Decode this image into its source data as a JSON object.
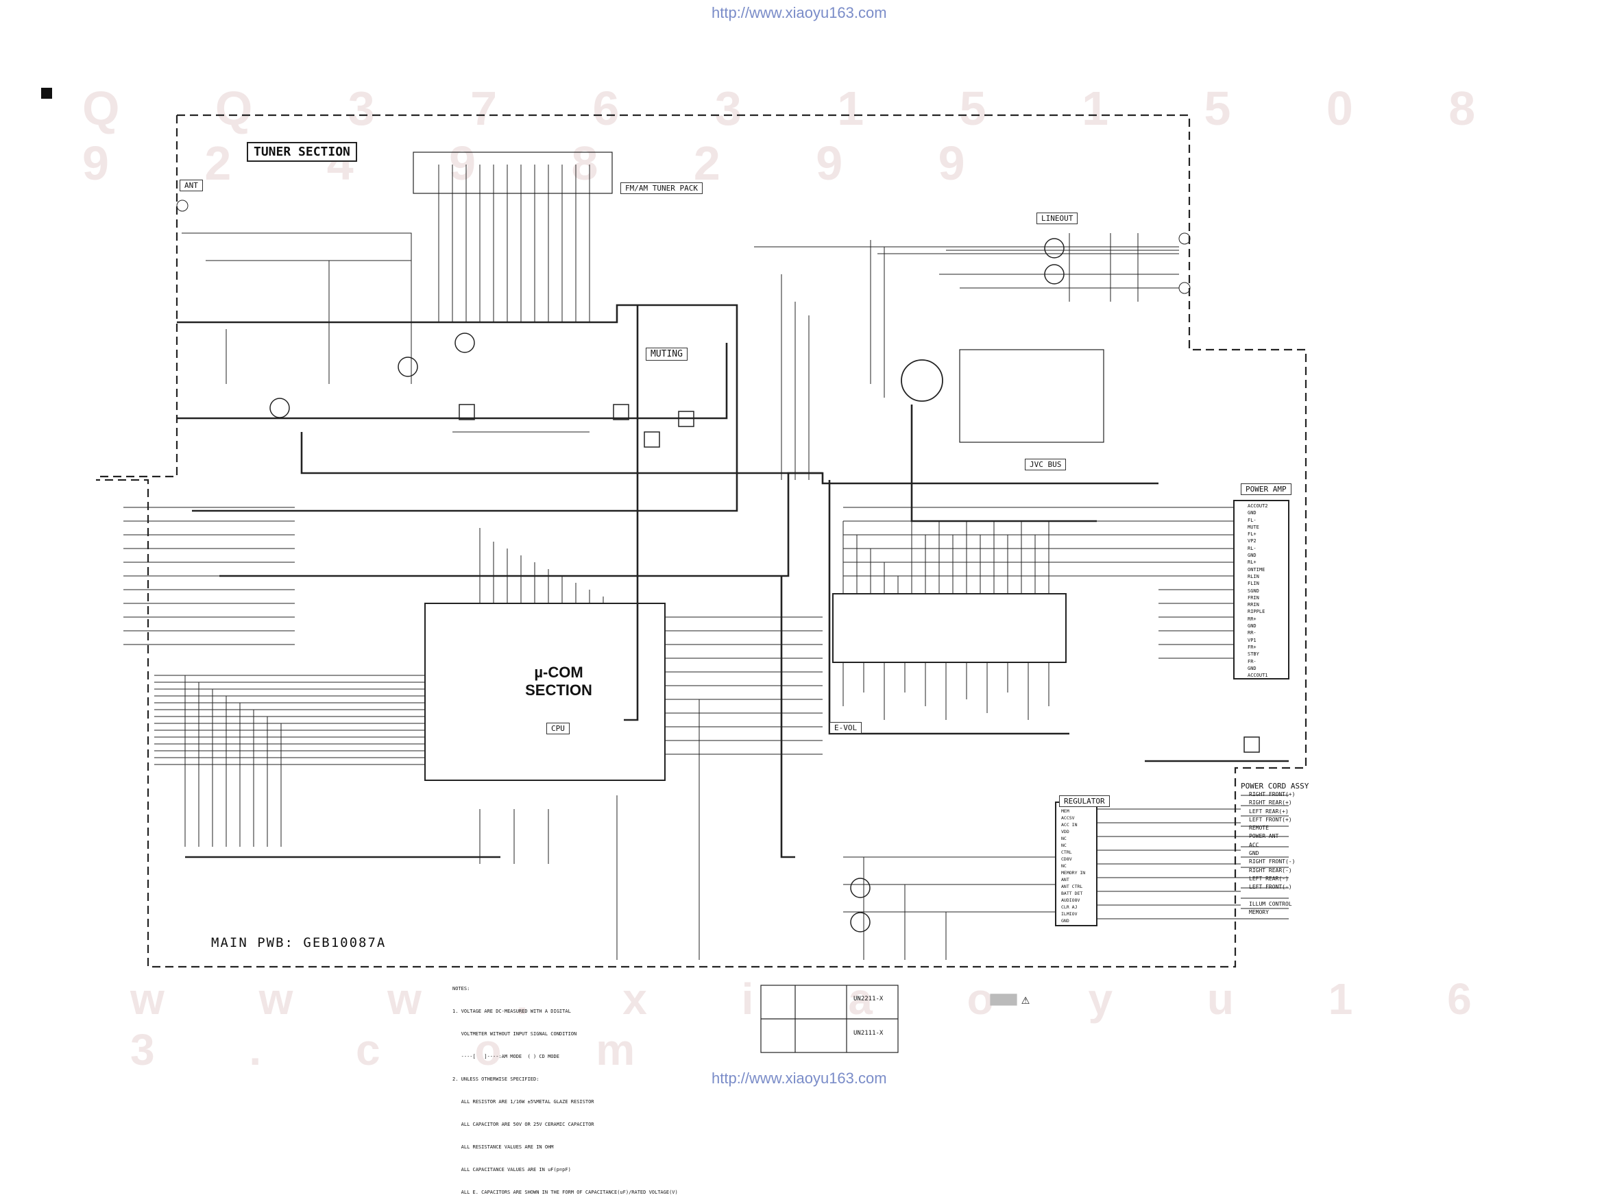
{
  "header_url": "http://www.xiaoyu163.com",
  "footer_url": "http://www.xiaoyu163.com",
  "watermark_top": "Q Q 3 7 6 3 1 5 1 5 0   8 9 2 4 9 8 2 9 9",
  "watermark_bottom": "w w w . x i a o y u 1 6 3 . c o m",
  "labels": {
    "tuner_section": "TUNER SECTION",
    "ant": "ANT",
    "fm_am_tuner_pack": "FM/AM TUNER PACK",
    "lineout": "LINEOUT",
    "muting": "MUTING",
    "jvc_bus": "JVC BUS",
    "power_amp": "POWER AMP",
    "mucom_line1": "µ-COM",
    "mucom_line2": "SECTION",
    "cpu": "CPU",
    "e_vol": "E-VOL",
    "regulator": "REGULATOR",
    "power_cord_assy": "POWER CORD ASSY",
    "main_pwb": "MAIN PWB: GEB10087A",
    "un2211": "UN2211-X",
    "un2111": "UN2111-X"
  },
  "power_cord_pins": [
    "RIGHT FRONT(+)",
    "RIGHT REAR(+)",
    "LEFT REAR(+)",
    "LEFT FRONT(+)",
    "REMOTE",
    "POWER ANT",
    "ACC",
    "GND",
    "RIGHT FRONT(-)",
    "RIGHT REAR(-)",
    "LEFT REAR(-)",
    "LEFT FRONT(-)",
    "",
    "ILLUM CONTROL",
    "MEMORY"
  ],
  "power_amp_pins": [
    "ACCOUT2",
    "GND",
    "FL-",
    "MUTE",
    "FL+",
    "VP2",
    "RL-",
    "GND",
    "RL+",
    "ONTIME",
    "RLIN",
    "FLIN",
    "SGND",
    "FRIN",
    "RRIN",
    "RIPPLE",
    "RR+",
    "GND",
    "RR-",
    "VP1",
    "FR+",
    "STBY",
    "FR-",
    "GND",
    "ACCOUT1"
  ],
  "regulator_pins": [
    "MEM",
    "ACCSV",
    "ACC IN",
    "VDD",
    "NC",
    "NC",
    "CTRL",
    "CD8V",
    "NC",
    "MEMORY IN",
    "ANT",
    "ANT CTRL",
    "BATT DET",
    "AUDIO8V",
    "CLR AJ",
    "ILMIOV",
    "GND"
  ],
  "notes": [
    "NOTES:",
    "1. VOLTAGE ARE DC-MEASURED WITH A DIGITAL",
    "   VOLTMETER WITHOUT INPUT SIGNAL CONDITION",
    "   ----[   ]----:AM MODE  ( ) CD MODE",
    "2. UNLESS OTHERWISE SPECIFIED:",
    "   ALL RESISTOR ARE 1/16W ±5%METAL GLAZE RESISTOR",
    "   ALL CAPACITOR ARE 50V OR 25V CERAMIC CAPACITOR",
    "   ALL RESISTANCE VALUES ARE IN OHM",
    "   ALL CAPACITANCE VALUES ARE IN uF(p=pF)",
    "   ALL E. CAPACITORS ARE SHOWN IN THE FORM OF CAPACITANCE(uF)/RATED VOLTAGE(V)"
  ]
}
